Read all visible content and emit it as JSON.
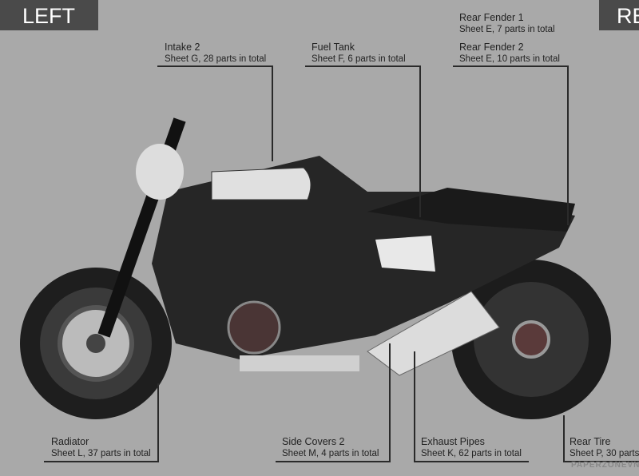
{
  "tabs": {
    "left": "LEFT",
    "right": "RE"
  },
  "labels": {
    "intake2": {
      "title": "Intake 2",
      "detail": "Sheet G, 28 parts in total"
    },
    "fuel_tank": {
      "title": "Fuel Tank",
      "detail": "Sheet F, 6 parts in total"
    },
    "rear_fender1": {
      "title": "Rear Fender 1",
      "detail": "Sheet E, 7 parts in total"
    },
    "rear_fender2": {
      "title": "Rear Fender 2",
      "detail": "Sheet E, 10 parts in total"
    },
    "radiator": {
      "title": "Radiator",
      "detail": "Sheet L, 37 parts in total"
    },
    "side_covers2": {
      "title": "Side Covers 2",
      "detail": "Sheet M, 4 parts in total"
    },
    "exhaust_pipes": {
      "title": "Exhaust Pipes",
      "detail": "Sheet K, 62 parts in total"
    },
    "rear_tire": {
      "title": "Rear Tire",
      "detail": "Sheet P, 30 parts"
    }
  },
  "watermark": "PAPERZONEVN"
}
